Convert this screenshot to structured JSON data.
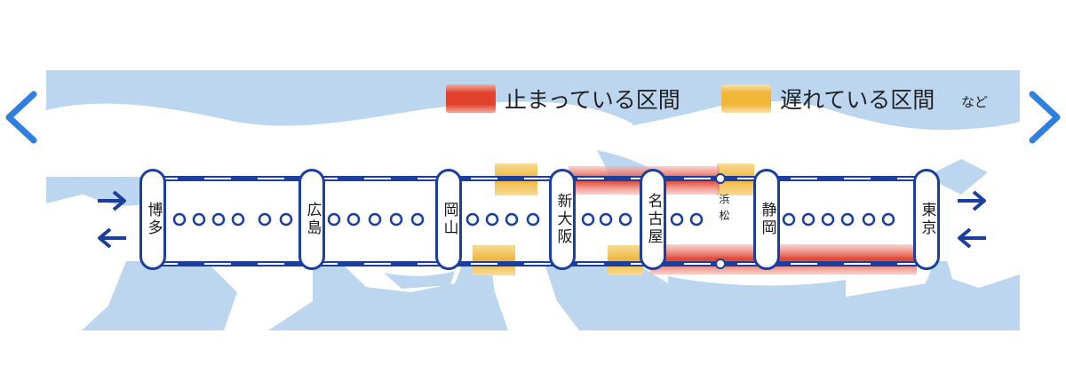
{
  "navigation": {
    "prev_icon": "chevron-left-icon",
    "next_icon": "chevron-right-icon",
    "arrow_color": "#2f7fe0"
  },
  "legend": {
    "stopped_label": "止まっている区間",
    "delayed_label": "遅れている区間",
    "etc_label": "など",
    "stopped_color": "#e2412c",
    "delayed_color": "#f1b53a"
  },
  "route": {
    "line_color": "#1a3f9f",
    "stations": [
      "博多",
      "広島",
      "岡山",
      "新大阪",
      "名古屋",
      "静岡",
      "東京"
    ],
    "minor_stations": [
      "浜松"
    ],
    "direction_icons": [
      "arrow-right-icon",
      "arrow-left-icon"
    ]
  }
}
